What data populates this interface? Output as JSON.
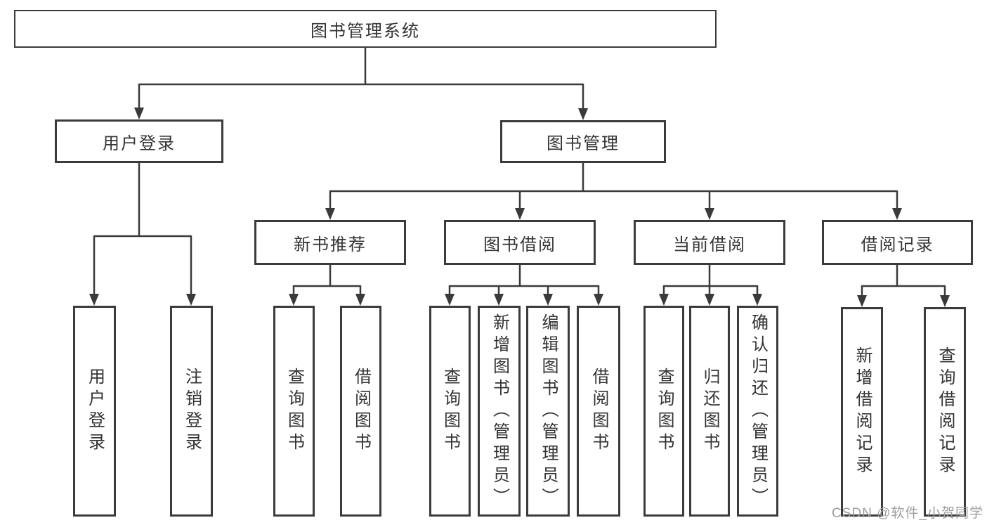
{
  "diagram": {
    "root": {
      "label": "图书管理系统"
    },
    "branches": [
      {
        "label": "用户登录",
        "children": [
          "用户登录",
          "注销登录"
        ]
      },
      {
        "label": "图书管理",
        "sections": [
          {
            "label": "新书推荐",
            "children": [
              "查询图书",
              "借阅图书"
            ]
          },
          {
            "label": "图书借阅",
            "children": [
              "查询图书",
              "新增图书（管理员）",
              "编辑图书（管理员）",
              "借阅图书"
            ]
          },
          {
            "label": "当前借阅",
            "children": [
              "查询图书",
              "归还图书",
              "确认归还（管理员）"
            ]
          },
          {
            "label": "借阅记录",
            "children": [
              "新增借阅记录",
              "查询借阅记录"
            ]
          }
        ]
      }
    ]
  },
  "watermark": {
    "text": "CSDN @软件_小贺同学",
    "color": "#9e9e9e"
  },
  "colors": {
    "line": "#3a3a3a",
    "box_border": "#3b3b3b",
    "text": "#333333",
    "background": "#ffffff"
  }
}
